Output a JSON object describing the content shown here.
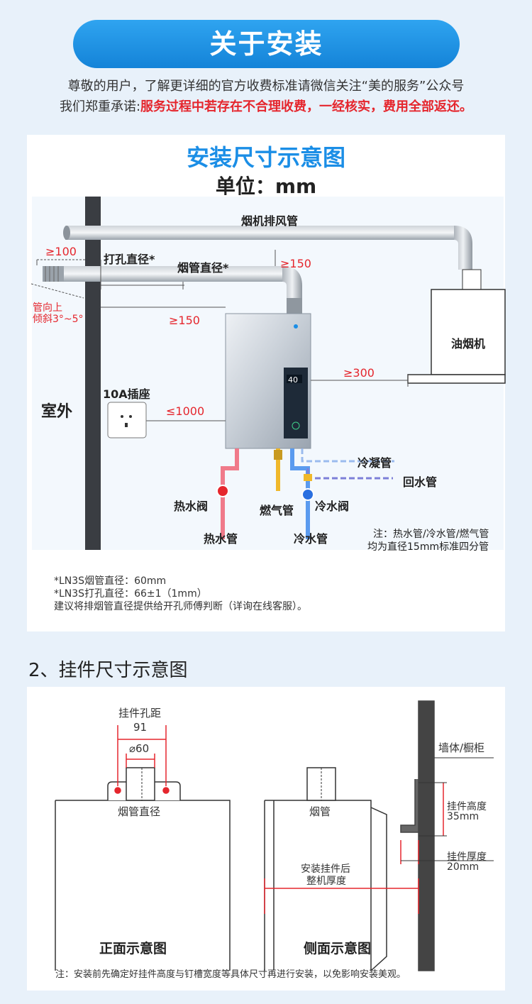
{
  "header": {
    "banner": "关于安装",
    "line1": "尊敬的用户，了解更详细的官方收费标准请微信关注“美的服务”公众号",
    "line2_prefix": "我们郑重承诺:",
    "line2_red": "服务过程中若存在不合理收费，一经核实，费用全部返还。"
  },
  "install_diagram": {
    "title": "安装尺寸示意图",
    "unit": "单位：mm",
    "labels": {
      "exhaust_pipe": "烟机排风管",
      "gte100": "≥100",
      "hole_diameter": "打孔直径*",
      "flue_diameter": "烟管直径*",
      "gte150_top": "≥150",
      "tilt": "管向上\n倾斜3°~5°",
      "gte150_mid": "≥150",
      "range_hood": "油烟机",
      "gte300": "≥300",
      "outdoor": "室外",
      "socket": "10A插座",
      "lte1000": "≤1000",
      "display": "40",
      "condensate_pipe": "冷凝管",
      "return_pipe": "回水管",
      "hot_valve": "热水阀",
      "gas_pipe": "燃气管",
      "cold_valve": "冷水阀",
      "hot_pipe": "热水管",
      "cold_pipe": "冷水管",
      "note1": "注：热水管/冷水管/燃气管",
      "note2": "均为直径15mm标准四分管"
    },
    "footnotes": [
      "*LN3S烟管直径：60mm",
      "*LN3S打孔直径：66±1（1mm）",
      "建议将排烟管直径提供给开孔师傅判断（详询在线客服）。"
    ]
  },
  "bracket_diagram": {
    "section_title": "2、挂件尺寸示意图",
    "front": {
      "hole_spacing_label": "挂件孔距",
      "hole_spacing_value": "91",
      "diameter": "⌀60",
      "flue_diameter": "烟管直径",
      "caption": "正面示意图"
    },
    "side": {
      "flue": "烟管",
      "wall": "墙体/橱柜",
      "bracket_height_label": "挂件高度",
      "bracket_height_value": "35mm",
      "bracket_thickness_label": "挂件厚度",
      "bracket_thickness_value": "20mm",
      "depth_label_1": "安装挂件后",
      "depth_label_2": "整机厚度",
      "caption": "侧面示意图"
    },
    "note": "注：安装前先确定好挂件高度与钉槽宽度等具体尺寸再进行安装，以免影响安装美观。"
  },
  "colors": {
    "accent": "#1b8ee6",
    "red": "#e5262d",
    "cold": "#5b9bef",
    "gas": "#f0b82a",
    "hot": "#f07a8a"
  }
}
